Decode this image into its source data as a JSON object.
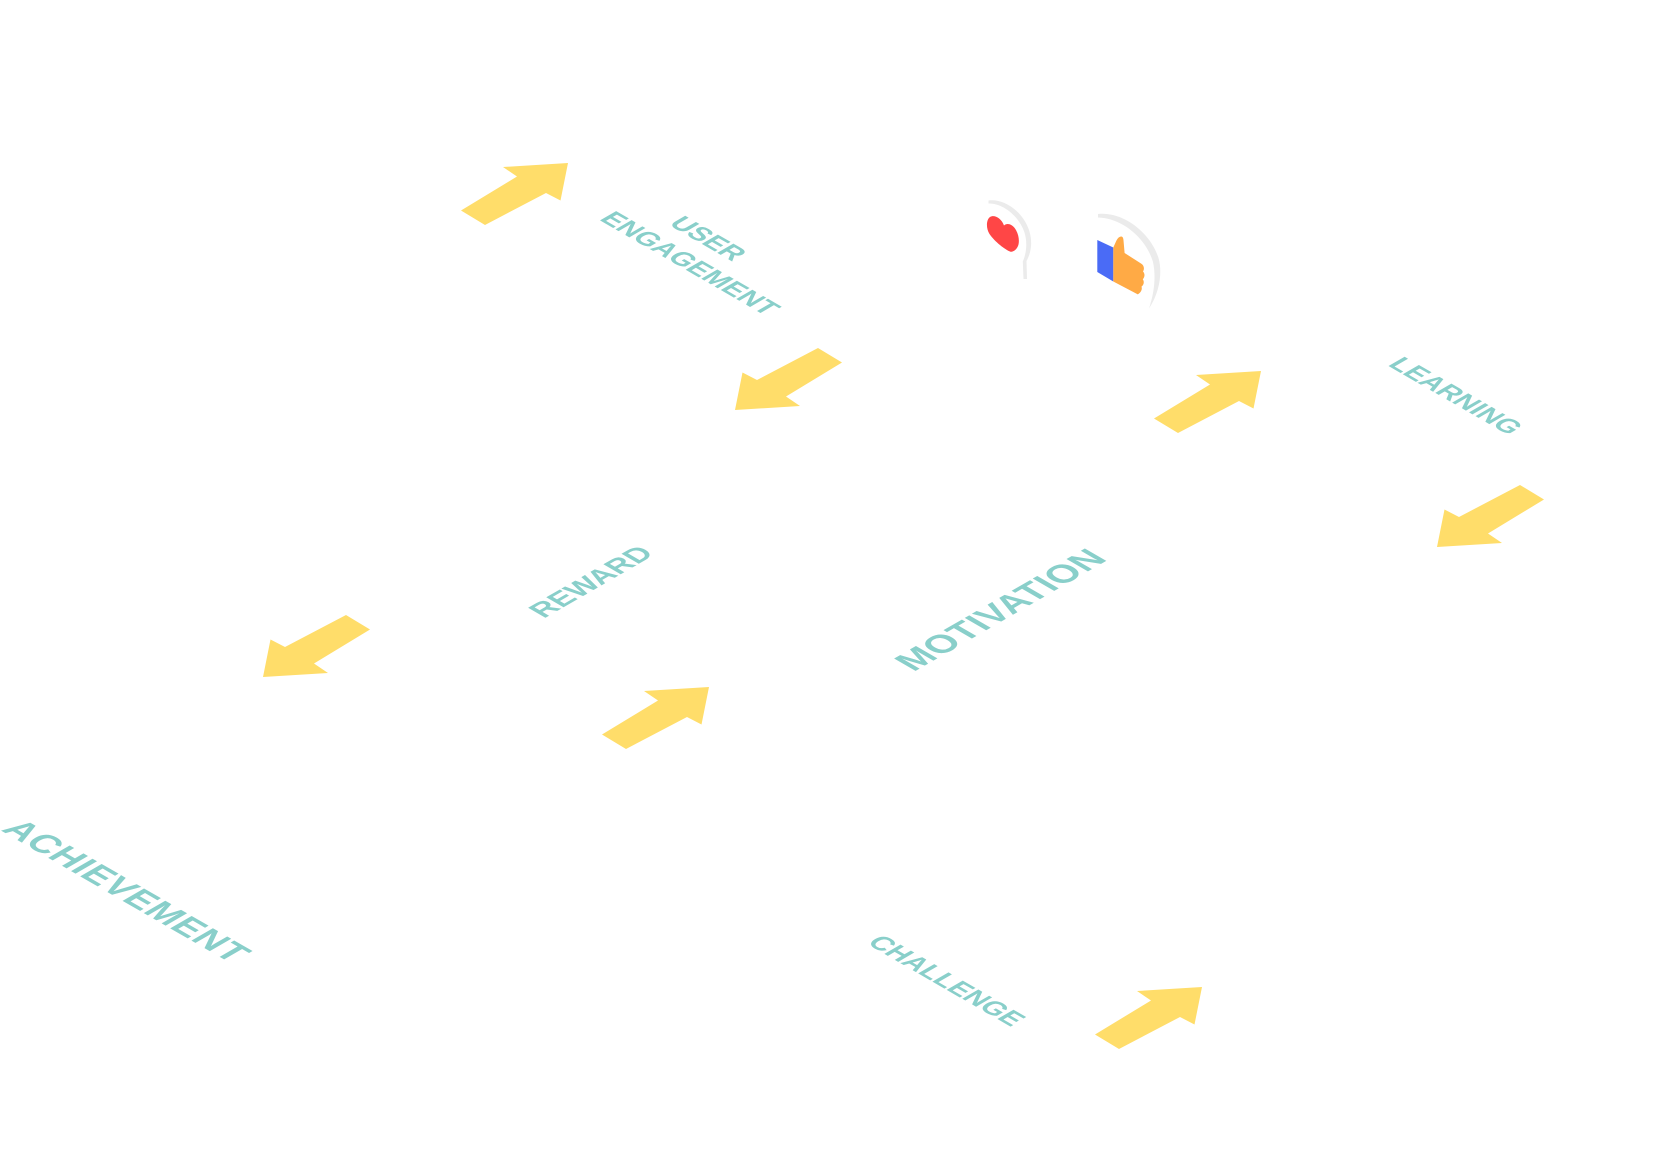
{
  "illustration": {
    "labels": {
      "user_engagement": {
        "lines": [
          "USER",
          "ENGAGEMENT"
        ]
      },
      "learning": "LEARNING",
      "reward": "REWARD",
      "motivation": "MOTIVATION",
      "achievement": "ACHIEVEMENT",
      "challenge": "CHALLENGE"
    },
    "reactions": [
      {
        "name": "heart-reaction",
        "icon": "heart-icon",
        "container": "speech-bubble"
      },
      {
        "name": "like-reaction",
        "icon": "thumbs-up-icon",
        "container": "speech-bubble"
      }
    ],
    "arrows": [
      {
        "icon": "arrow-up-right-icon",
        "direction": "up-right"
      },
      {
        "icon": "arrow-down-left-icon",
        "direction": "down-left"
      },
      {
        "icon": "arrow-up-right-icon",
        "direction": "up-right"
      },
      {
        "icon": "arrow-down-left-icon",
        "direction": "down-left"
      },
      {
        "icon": "arrow-down-left-icon",
        "direction": "down-left"
      },
      {
        "icon": "arrow-up-right-icon",
        "direction": "up-right"
      },
      {
        "icon": "arrow-up-right-icon",
        "direction": "up-right"
      }
    ]
  },
  "colors": {
    "label_text": "#89CFCA",
    "arrow": "#FFDD6A",
    "heart": "#FF4646",
    "thumb": "#FFAA45",
    "cuff": "#4A6BF6",
    "bubble_edge": "#EBEBEB"
  }
}
